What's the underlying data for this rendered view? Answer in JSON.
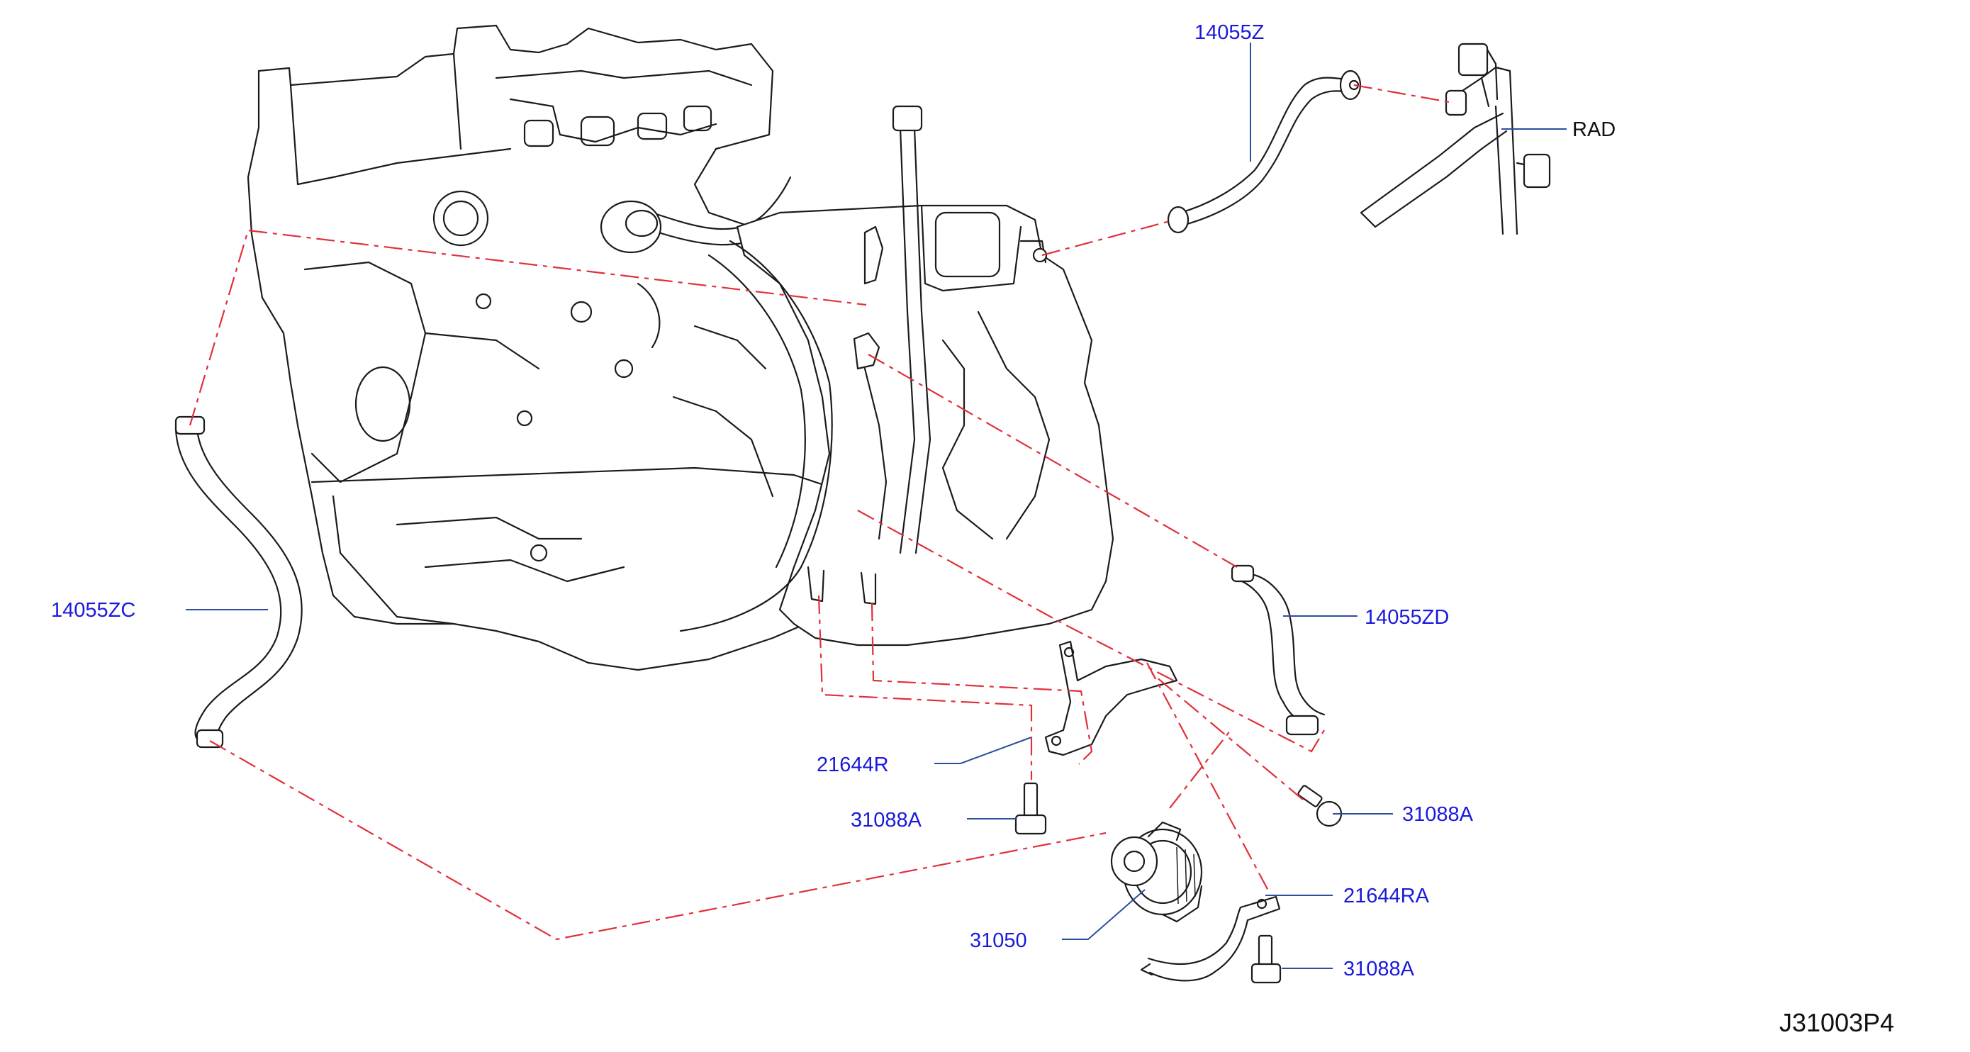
{
  "diagram": {
    "drawing_code": "J31003P4",
    "reference_label": "RAD",
    "parts": [
      {
        "id": "hose-upper",
        "number": "14055Z"
      },
      {
        "id": "hose-left",
        "number": "14055ZC"
      },
      {
        "id": "hose-right",
        "number": "14055ZD"
      },
      {
        "id": "bracket-upper",
        "number": "21644R"
      },
      {
        "id": "bolt-a",
        "number": "31088A"
      },
      {
        "id": "bolt-b",
        "number": "31088A"
      },
      {
        "id": "bracket-lower",
        "number": "21644RA"
      },
      {
        "id": "water-pump",
        "number": "31050"
      },
      {
        "id": "bolt-c",
        "number": "31088A"
      }
    ],
    "colors": {
      "label": "#1a1adb",
      "leader": "#2b4f9e",
      "connection": "#e0303a",
      "ink": "#1b1b1b"
    }
  }
}
